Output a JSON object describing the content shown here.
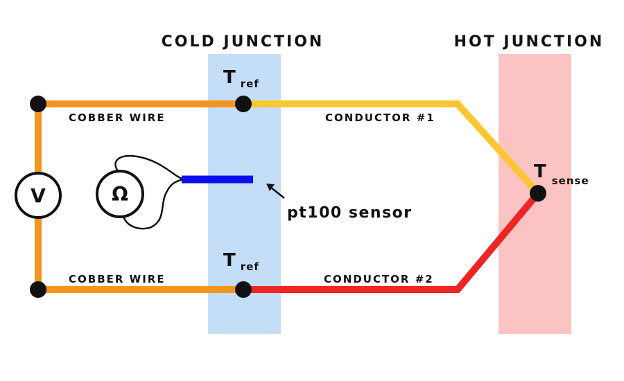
{
  "headings": {
    "cold_junction": "COLD JUNCTION",
    "hot_junction": "HOT JUNCTION"
  },
  "wires": {
    "top_left": "COBBER WIRE",
    "bottom_left": "COBBER WIRE",
    "conductor_1": "CONDUCTOR #1",
    "conductor_2": "CONDUCTOR #2"
  },
  "junction_labels": {
    "ref_main": "T",
    "ref_sub": "ref",
    "sense_main": "T",
    "sense_sub": "sense"
  },
  "meters": {
    "voltmeter": "V",
    "ohmmeter": "Ω"
  },
  "sensor": {
    "label": "pt100 sensor"
  },
  "colors": {
    "cold_zone": "#c5def8",
    "hot_zone": "#fcc3c3",
    "copper_wire": "#f4951f",
    "conductor_1": "#fbc62f",
    "conductor_2": "#ef2424",
    "sensor": "#0c10f0",
    "node": "#111111"
  }
}
